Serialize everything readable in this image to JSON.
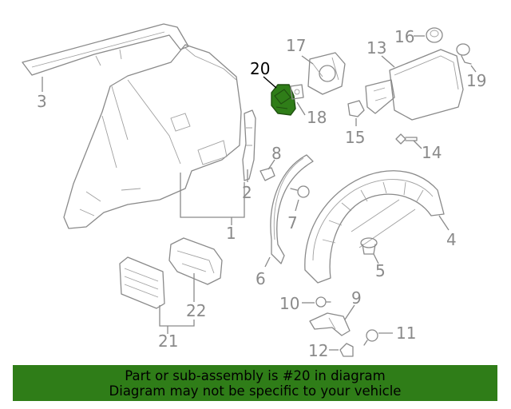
{
  "callouts": {
    "c1": "1",
    "c2": "2",
    "c3": "3",
    "c4": "4",
    "c5": "5",
    "c6": "6",
    "c7": "7",
    "c8": "8",
    "c9": "9",
    "c10": "10",
    "c11": "11",
    "c12": "12",
    "c13": "13",
    "c14": "14",
    "c15": "15",
    "c16": "16",
    "c17": "17",
    "c18": "18",
    "c19": "19",
    "c20": "20",
    "c21": "21",
    "c22": "22"
  },
  "highlight": {
    "part_number": "20",
    "color": "#2f7d18"
  },
  "banner": {
    "line1": "Part or sub-assembly is #20 in diagram",
    "line2": "Diagram may not be specific to your vehicle",
    "background": "#2f7d18"
  }
}
